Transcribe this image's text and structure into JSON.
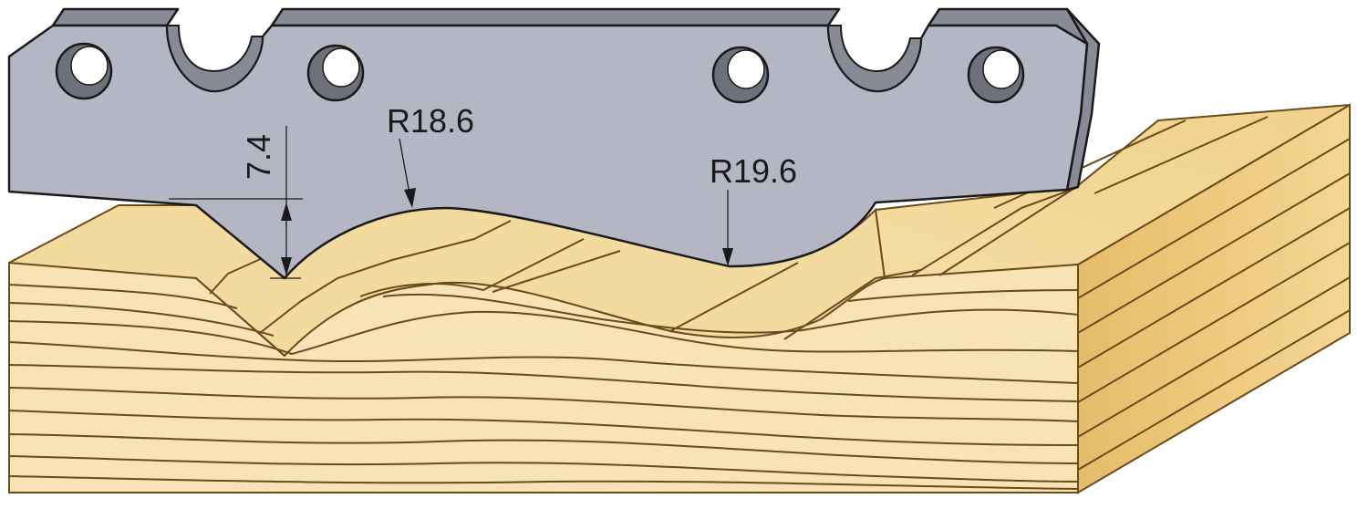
{
  "dimensions": {
    "depth_label": "7.4",
    "radius_left_label": "R18.6",
    "radius_right_label": "R19.6"
  },
  "colors": {
    "knife_face": "#b4b7c3",
    "knife_edge": "#888b96",
    "knife_hole": "#6e707a",
    "wood_front": "#f7e3b4",
    "wood_top": "#f2d898",
    "wood_side": "#edc87a",
    "wood_line": "#6b4a1c"
  }
}
